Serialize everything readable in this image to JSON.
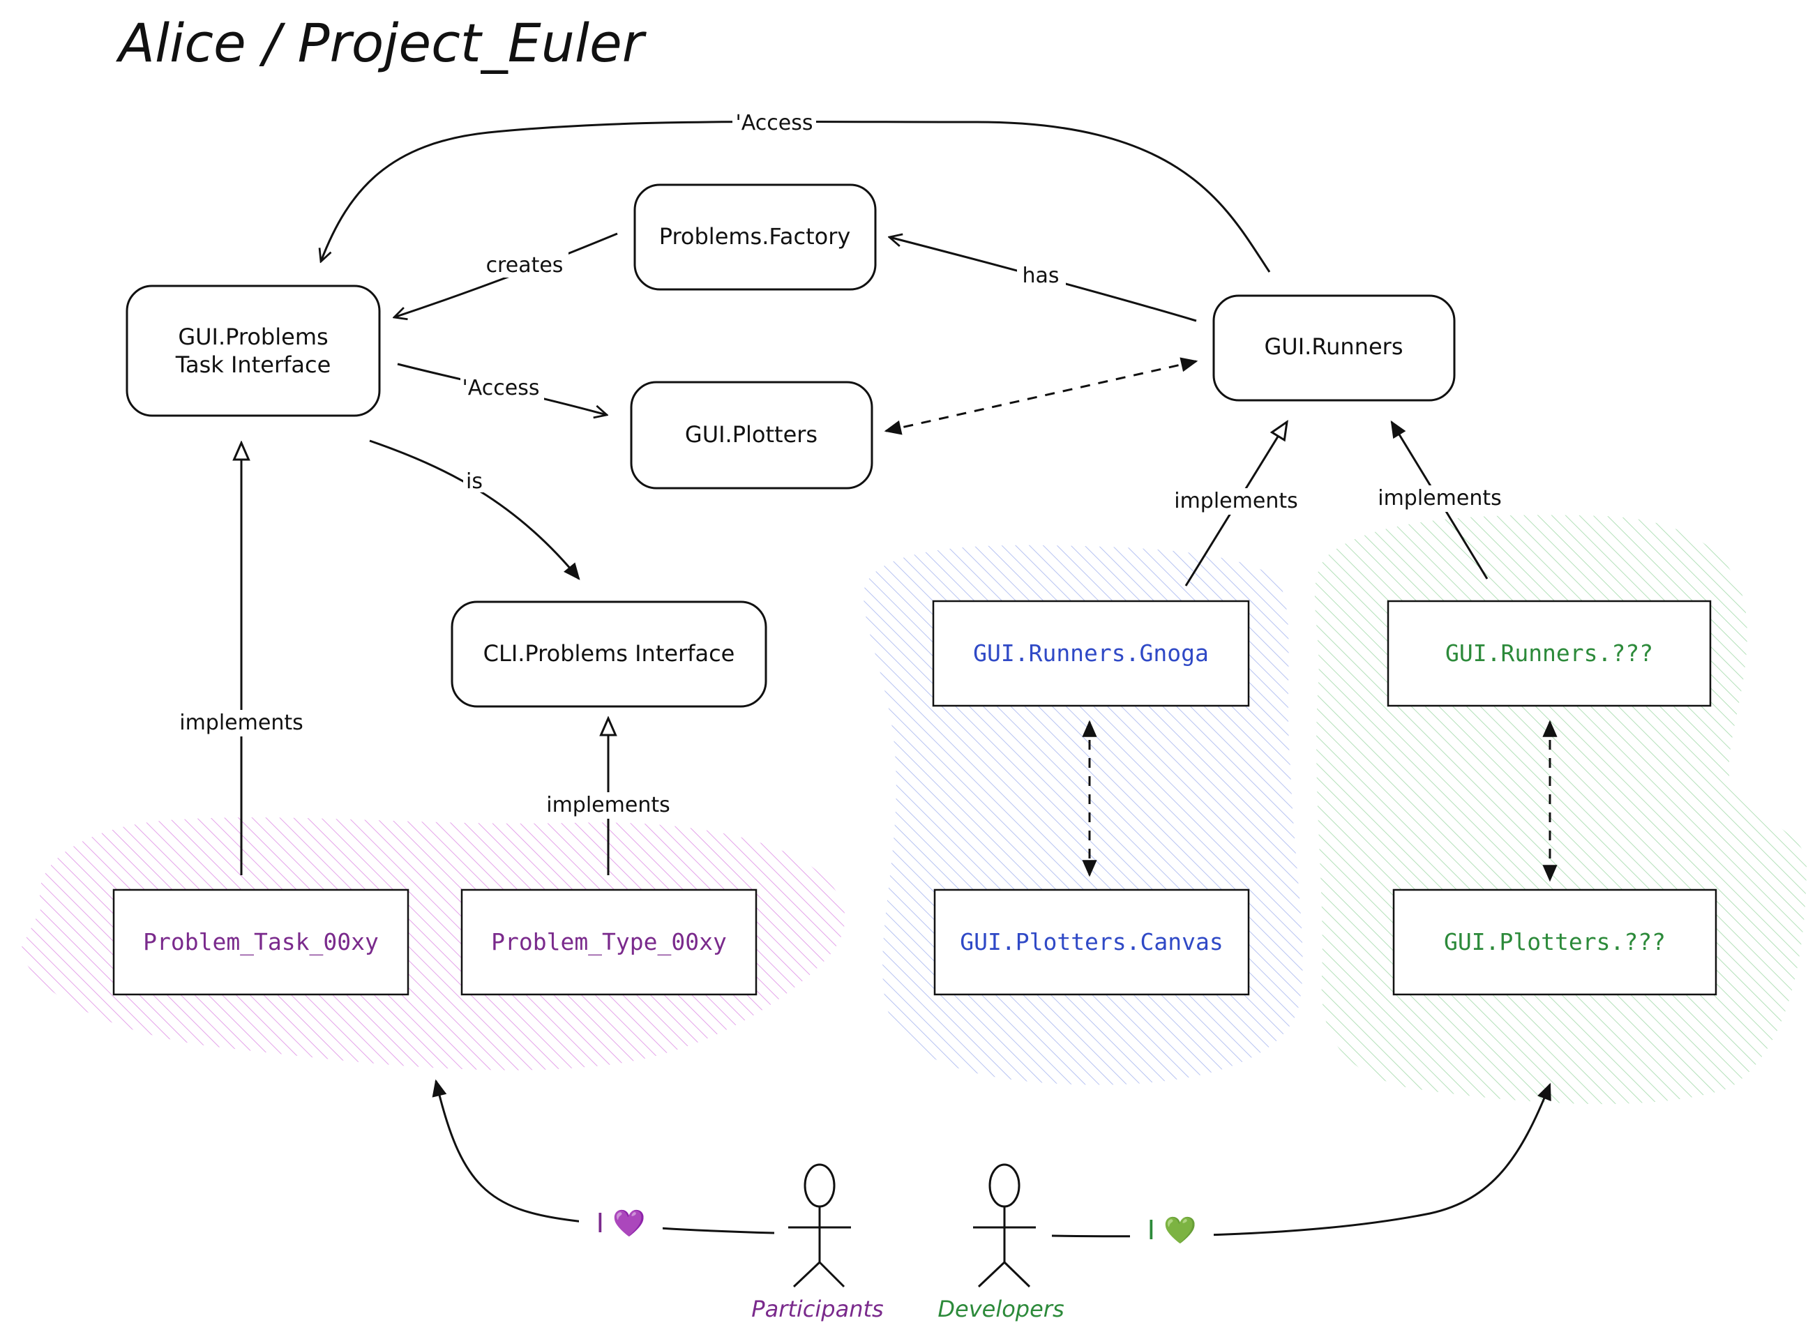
{
  "title": "Alice / Project_Euler",
  "colors": {
    "purple": "#7a2a8c",
    "blue": "#2f49c6",
    "green": "#2c8a3a",
    "ink": "#111111",
    "purple_area": "#e4a3ea",
    "blue_area": "#b7c3f2",
    "green_area": "#b3e0b9"
  },
  "nodes": {
    "gui_problems": [
      "GUI.Problems",
      "Task Interface"
    ],
    "problems_factory": "Problems.Factory",
    "gui_plotters": "GUI.Plotters",
    "gui_runners": "GUI.Runners",
    "cli_problems": "CLI.Problems Interface",
    "runners_gnoga": "GUI.Runners.Gnoga",
    "runners_unknown": "GUI.Runners.???",
    "plotters_canvas": "GUI.Plotters.Canvas",
    "plotters_unknown": "GUI.Plotters.???",
    "problem_task": "Problem_Task_00xy",
    "problem_type": "Problem_Type_00xy"
  },
  "edges": {
    "access_top": "'Access",
    "creates": "creates",
    "has": "has",
    "access_plotters": "'Access",
    "is": "is",
    "implements_task": "implements",
    "implements_type": "implements",
    "implements_gnoga": "implements",
    "implements_unknown": "implements"
  },
  "actors": {
    "participants": "Participants",
    "developers": "Developers",
    "participants_love": "I 💜",
    "developers_love": "I 💚"
  }
}
